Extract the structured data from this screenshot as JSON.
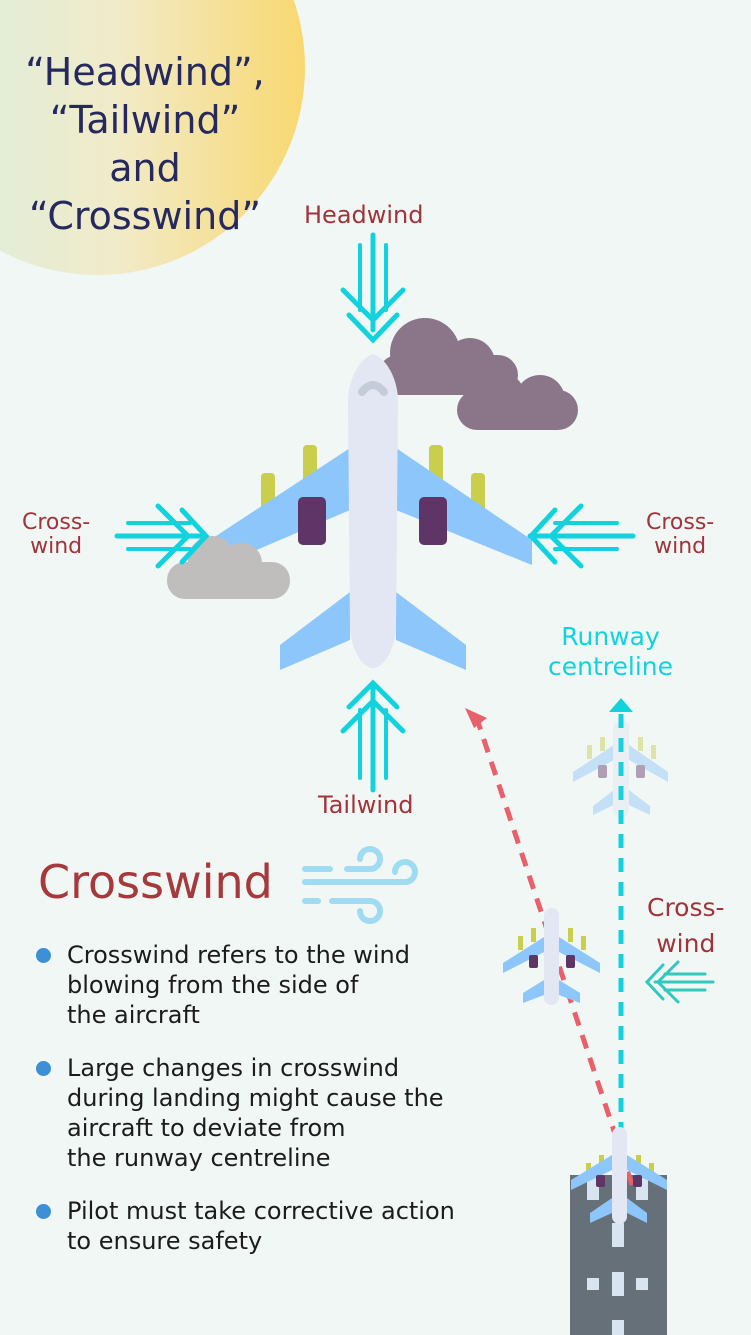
{
  "title": "“Headwind”,\n“Tailwind”\nand\n“Crosswind”",
  "labels": {
    "headwind": "Headwind",
    "tailwind": "Tailwind",
    "crosswind_left": "Cross-\nwind",
    "crosswind_right": "Cross-\nwind",
    "crosswind_lower": "Cross-\nwind",
    "runway_centreline": "Runway\ncentreline"
  },
  "section": {
    "heading": "Crosswind",
    "icon": "wind-icon",
    "bullets": [
      {
        "text": "Crosswind refers to the wind\nblowing from the side of\nthe aircraft"
      },
      {
        "text": "Large changes in crosswind\nduring landing might cause the\naircraft to deviate from\nthe runway centreline"
      },
      {
        "text": "Pilot must take corrective action\nto ensure safety"
      }
    ]
  },
  "colors": {
    "arrow": "#12d3dd",
    "label_red": "#a0343a",
    "deviation_path": "#e8606a",
    "wing": "#8cc6fb",
    "fuselage": "#e2e7f3",
    "engine": "#5e3566",
    "winglet": "#c9cf4d",
    "storm_cloud": "#8b7689",
    "grey_cloud": "#bfbebc",
    "runway": "#667078"
  }
}
